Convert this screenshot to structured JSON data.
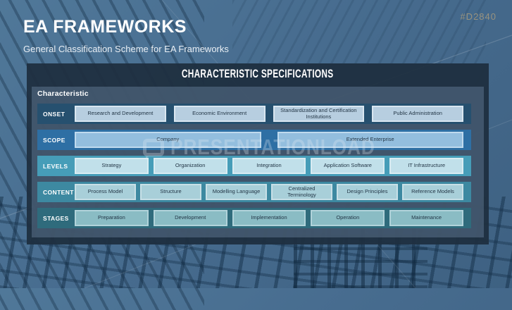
{
  "slide_code": "#D2840",
  "header": {
    "title": "EA FRAMEWORKS",
    "subtitle": "General Classification Scheme for EA Frameworks"
  },
  "panel": {
    "title": "CHARACTERISTIC SPECIFICATIONS",
    "section_label": "Characteristic",
    "rows": [
      {
        "label": "ONSET",
        "strip_color": "#26506f",
        "box_color": "#b7cee0",
        "box_border": "#d9e6f0",
        "gap": 11,
        "boxes": [
          "Research and Development",
          "Economic Environment",
          "Standardization and Certification Institutions",
          "Public Administration"
        ]
      },
      {
        "label": "SCOPE",
        "strip_color": "#2e6fa4",
        "box_color": "#93bede",
        "box_border": "#bfdaee",
        "gap": 23,
        "boxes": [
          "Company",
          "Extended Enterprise"
        ]
      },
      {
        "label": "LEVELS",
        "strip_color": "#469db8",
        "box_color": "#c1e0ea",
        "box_border": "#d9ecf2",
        "gap": 7,
        "boxes": [
          "Strategy",
          "Organization",
          "Integration",
          "Application Software",
          "IT Infrastructure"
        ]
      },
      {
        "label": "CONTENT",
        "strip_color": "#3d89a1",
        "box_color": "#a8cfd9",
        "box_border": "#c8e0e7",
        "gap": 6,
        "boxes": [
          "Process Model",
          "Structure",
          "Modelling Language",
          "Centralized Terminology",
          "Design Principles",
          "Reference Models"
        ]
      },
      {
        "label": "STAGES",
        "strip_color": "#2f6b7c",
        "box_color": "#8abcc4",
        "box_border": "#b1d3da",
        "gap": 7,
        "boxes": [
          "Preparation",
          "Development",
          "Implementation",
          "Operation",
          "Maintenance"
        ]
      }
    ]
  },
  "watermark": {
    "text": "PRESENTATIONLOAD",
    "icon": "speech-bubble-icon"
  },
  "colors": {
    "background": "#476c8f",
    "panel": "#1f2f40",
    "container": "#44607c",
    "slide_code_text": "#99937f",
    "title_text": "#ffffff",
    "box_text": "#233646"
  }
}
